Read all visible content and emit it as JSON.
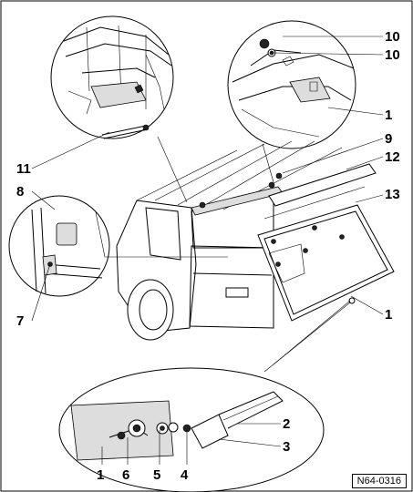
{
  "figure": {
    "reference_code": "N64-0316",
    "callouts": [
      {
        "id": "c1a",
        "label": "1"
      },
      {
        "id": "c1b",
        "label": "1"
      },
      {
        "id": "c1c",
        "label": "1"
      },
      {
        "id": "c2",
        "label": "2"
      },
      {
        "id": "c3",
        "label": "3"
      },
      {
        "id": "c4",
        "label": "4"
      },
      {
        "id": "c5",
        "label": "5"
      },
      {
        "id": "c6",
        "label": "6"
      },
      {
        "id": "c7",
        "label": "7"
      },
      {
        "id": "c8",
        "label": "8"
      },
      {
        "id": "c9",
        "label": "9"
      },
      {
        "id": "c10a",
        "label": "10"
      },
      {
        "id": "c10b",
        "label": "10"
      },
      {
        "id": "c11",
        "label": "11"
      },
      {
        "id": "c12",
        "label": "12"
      },
      {
        "id": "c13",
        "label": "13"
      }
    ]
  }
}
